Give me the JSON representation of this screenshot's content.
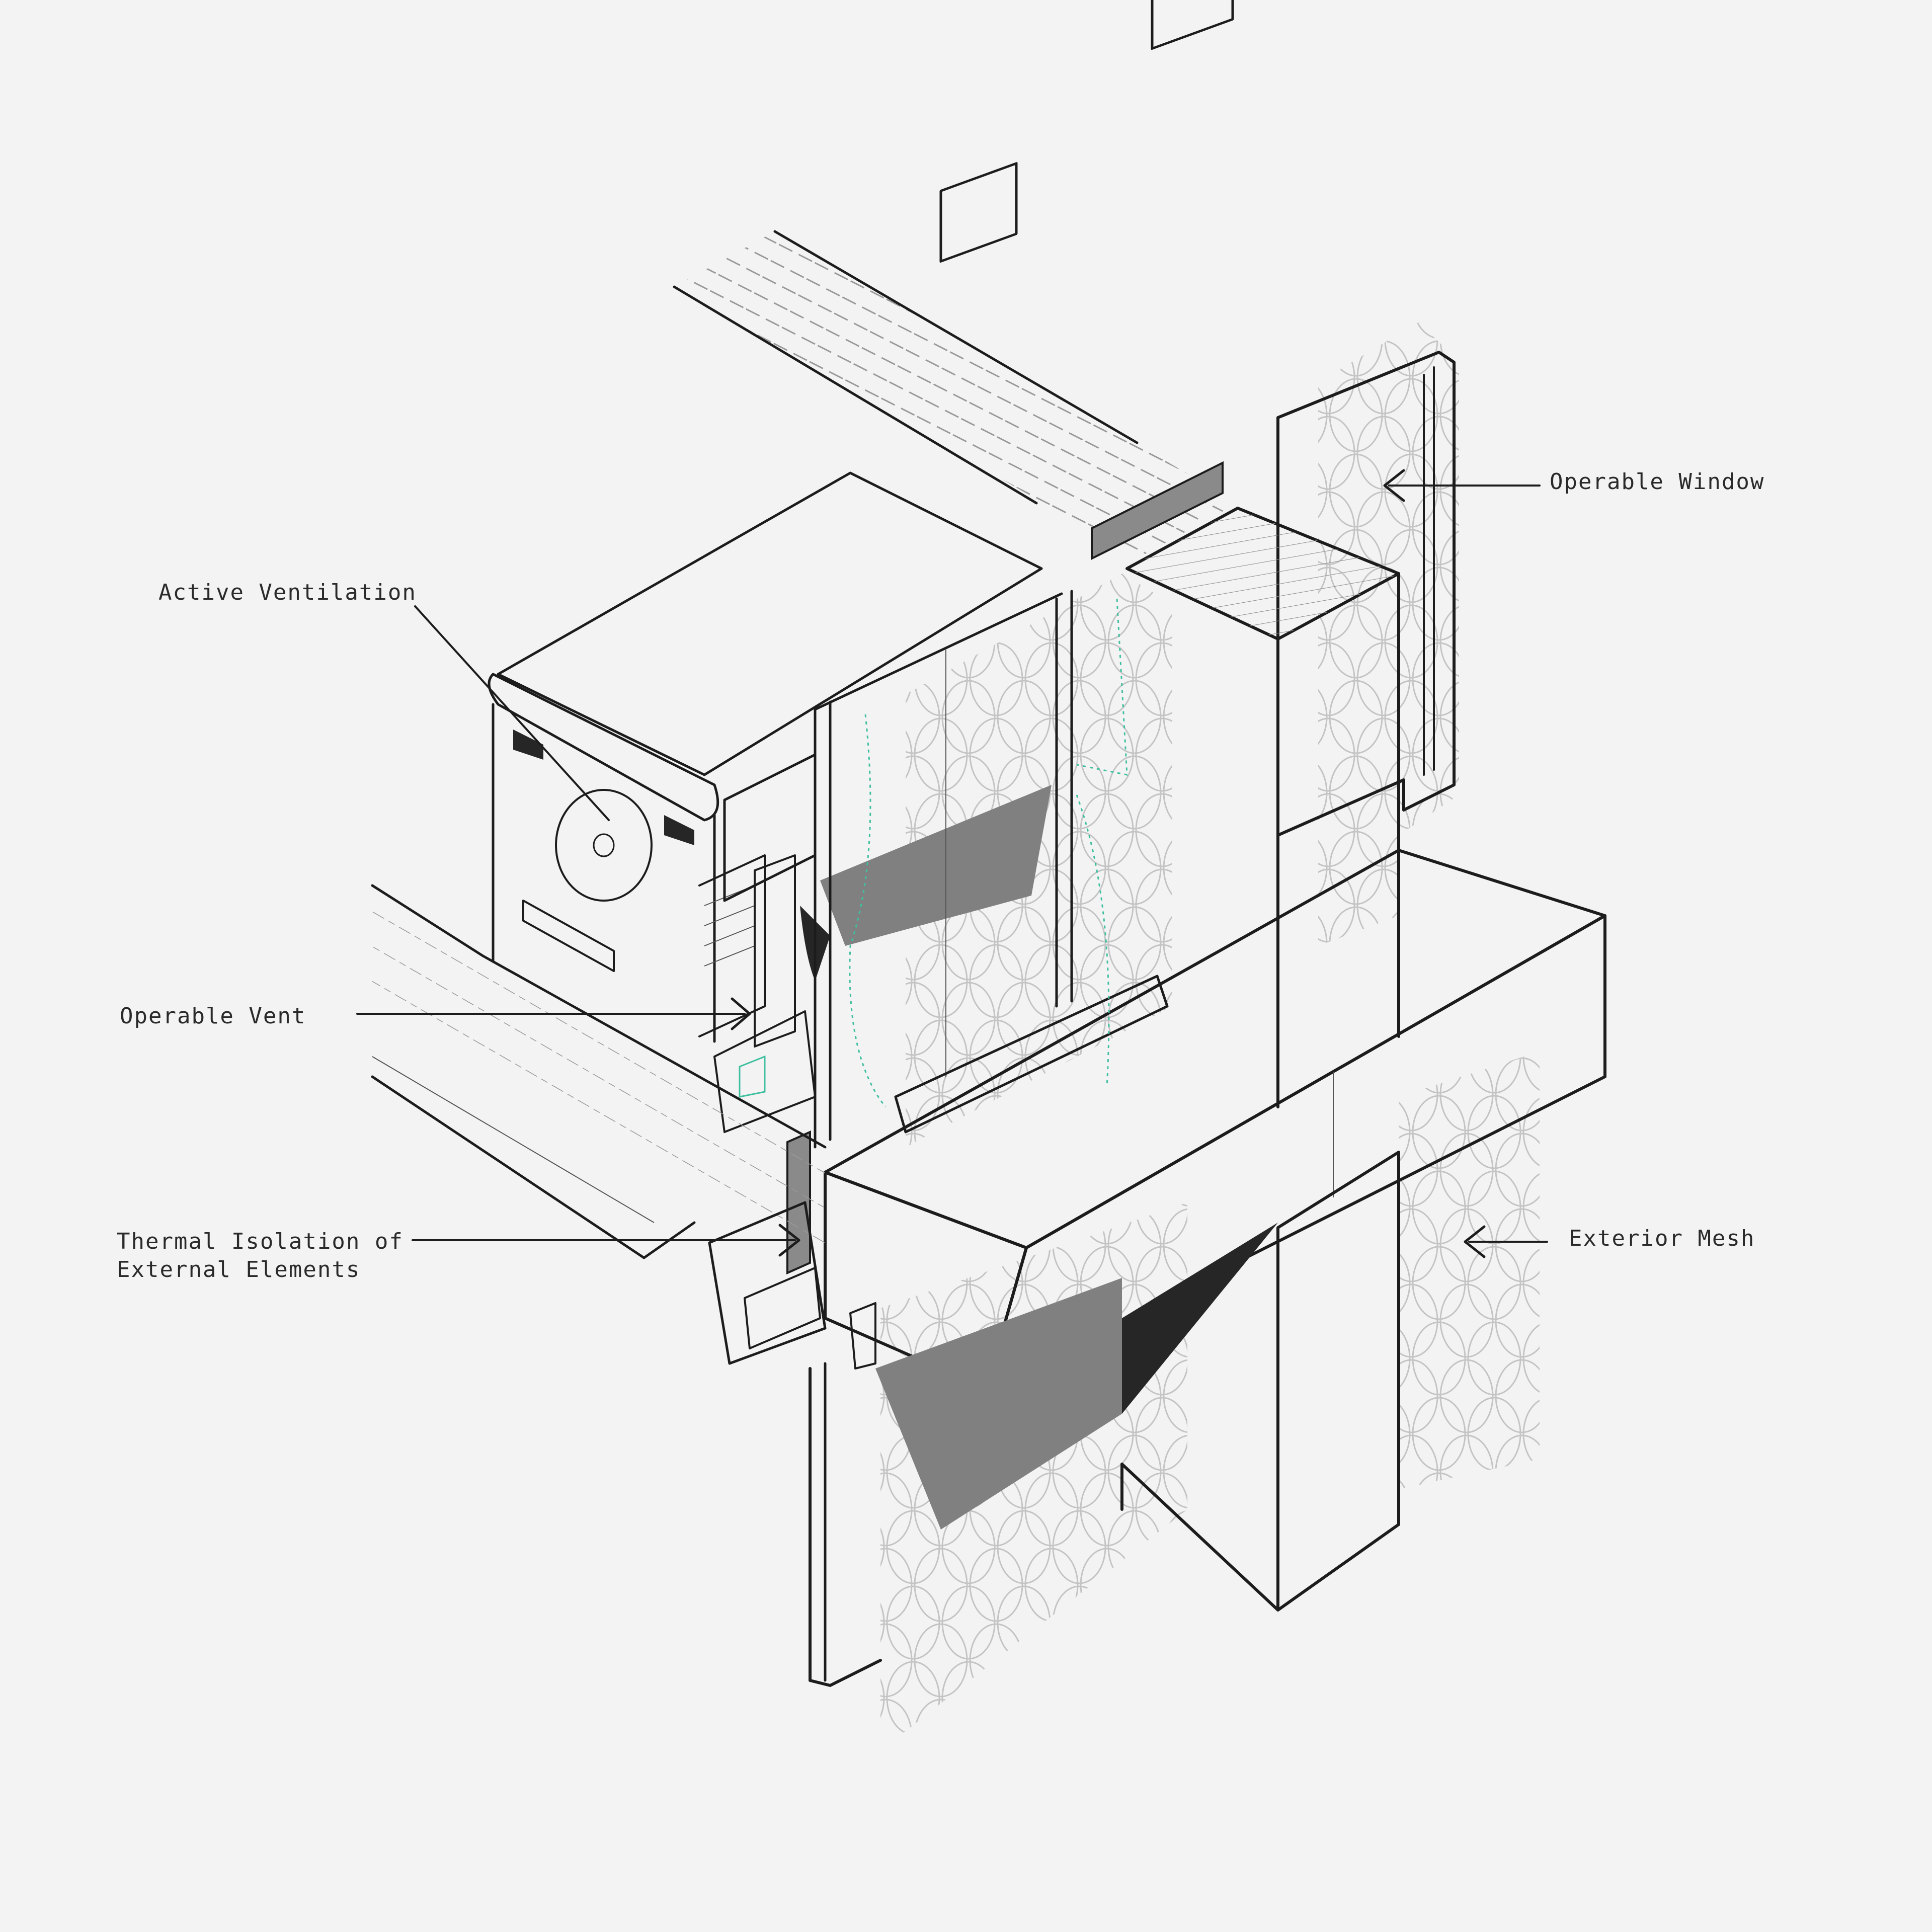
{
  "callouts": {
    "operable_window": "Operable Window",
    "active_ventilation": "Active Ventilation",
    "operable_vent": "Operable Vent",
    "thermal_isolation_line1": "Thermal Isolation of",
    "thermal_isolation_line2": "External Elements",
    "exterior_mesh": "Exterior Mesh"
  },
  "colors": {
    "background": "#f3f3f3",
    "line": "#1c1c1c",
    "shadow_dark": "#262626",
    "shadow_mid": "#808080",
    "insulation": "#8a8a8a",
    "mesh": "#c4c4c4",
    "air_flow": "#3fbf9f"
  },
  "icons": [
    "arrow-left-icon",
    "fan-icon"
  ]
}
